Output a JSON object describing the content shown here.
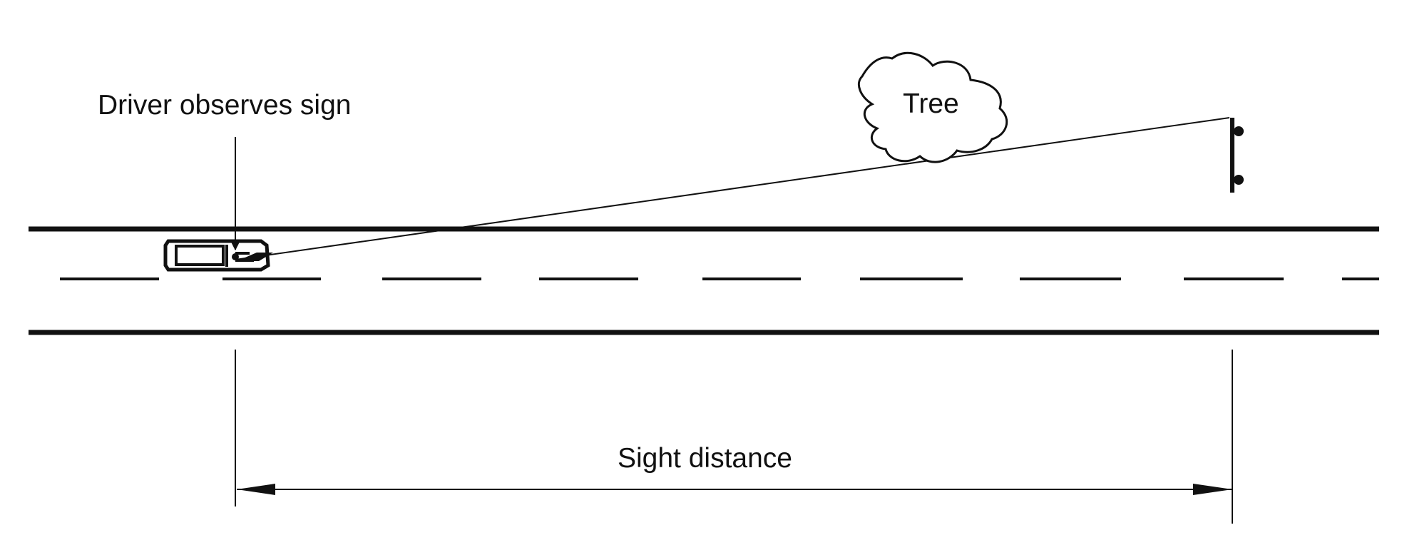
{
  "labels": {
    "driver_observes_sign": "Driver observes sign",
    "tree": "Tree",
    "sight_distance": "Sight distance"
  },
  "colors": {
    "ink": "#111111",
    "background": "#ffffff",
    "car_window_fill": "#ffffff"
  },
  "icons": {
    "vehicle": "car-top-view-icon",
    "tree": "tree-cloud-icon",
    "sign": "roadside-sign-icon"
  }
}
